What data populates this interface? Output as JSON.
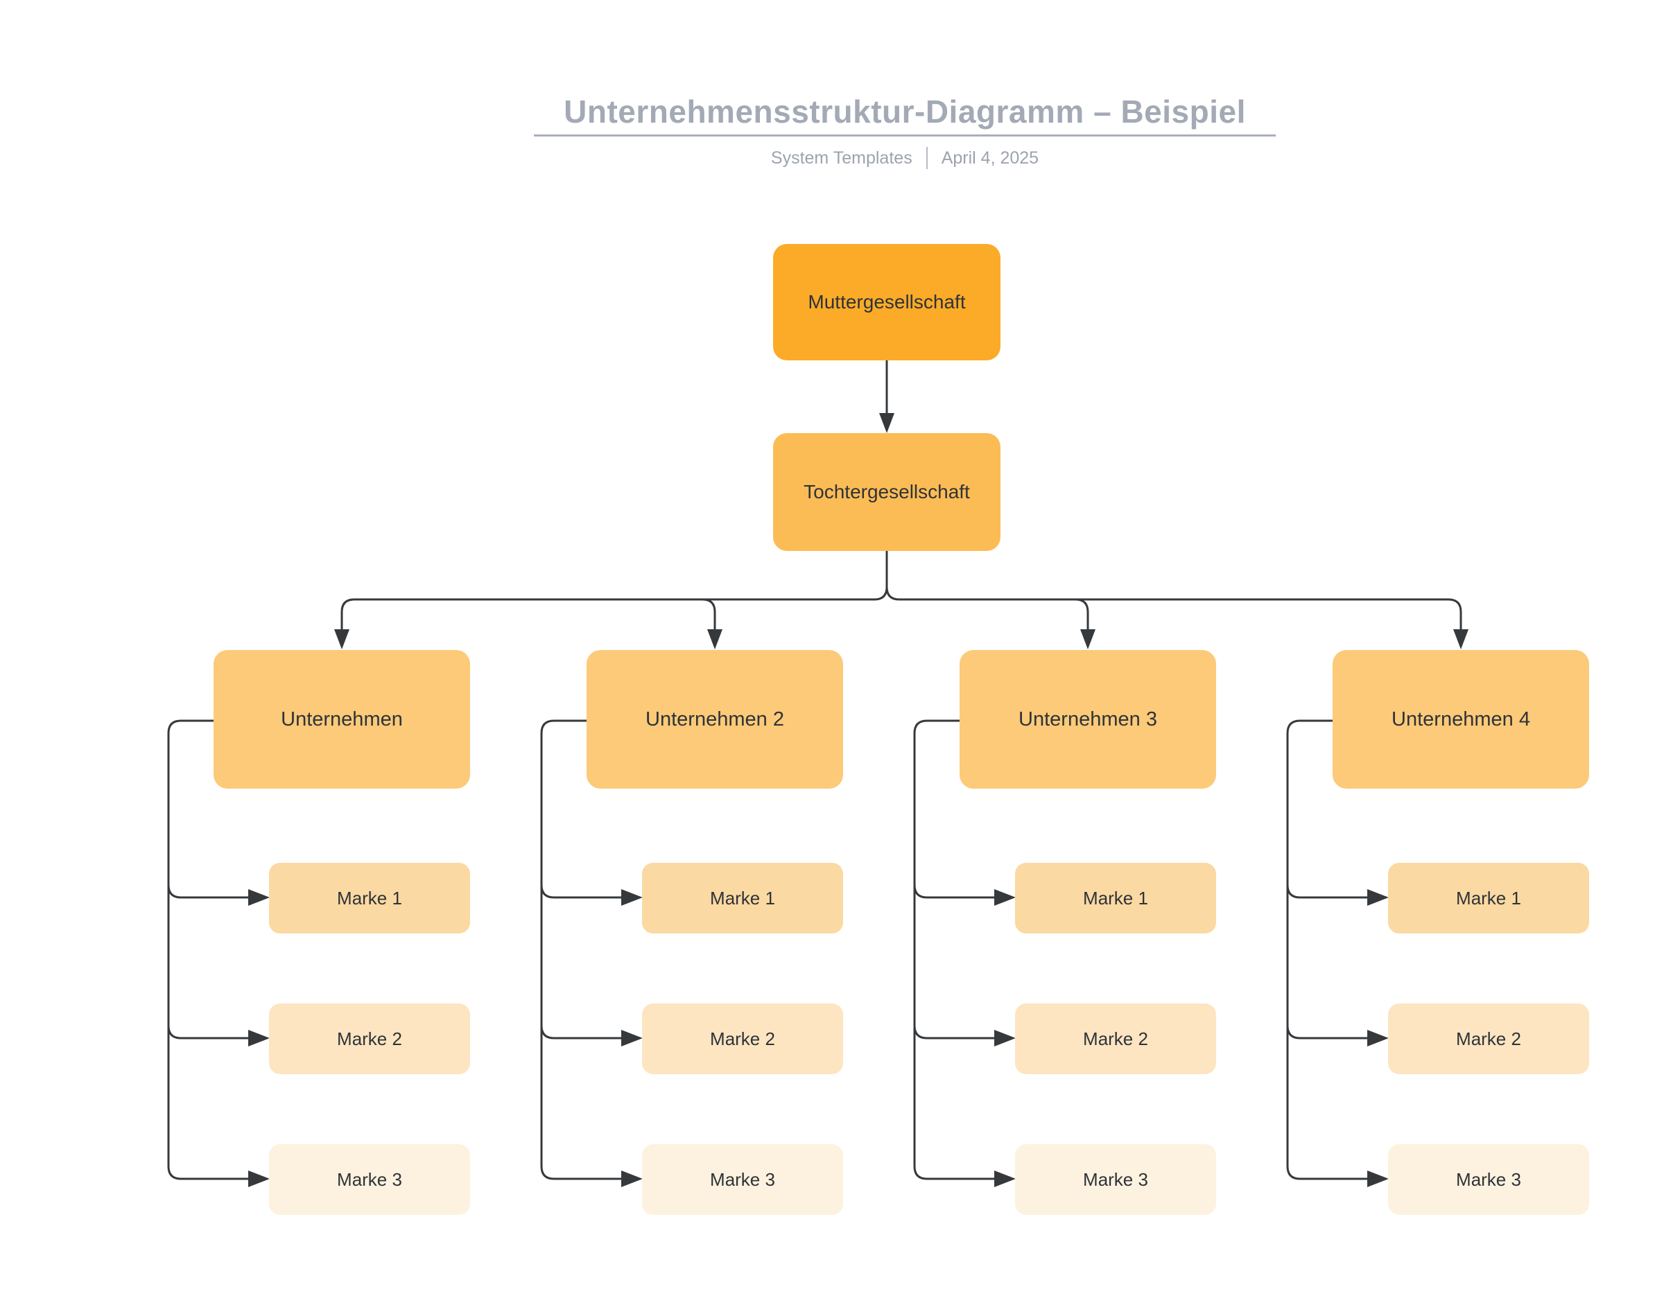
{
  "header": {
    "title": "Unternehmensstruktur-Diagramm – Beispiel",
    "subtitle_left": "System Templates",
    "subtitle_separator": "|",
    "subtitle_right": "April 4, 2025"
  },
  "diagram": {
    "root": {
      "label": "Muttergesellschaft"
    },
    "subsidiary": {
      "label": "Tochtergesellschaft"
    },
    "columns": [
      {
        "label": "Unternehmen",
        "brands": [
          "Marke 1",
          "Marke 2",
          "Marke 3"
        ]
      },
      {
        "label": "Unternehmen 2",
        "brands": [
          "Marke 1",
          "Marke 2",
          "Marke 3"
        ]
      },
      {
        "label": "Unternehmen 3",
        "brands": [
          "Marke 1",
          "Marke 2",
          "Marke 3"
        ]
      },
      {
        "label": "Unternehmen 4",
        "brands": [
          "Marke 1",
          "Marke 2",
          "Marke 3"
        ]
      }
    ]
  },
  "colors": {
    "root_fill": "#FBAB28",
    "subsidiary_fill": "#FCBC55",
    "company_fill": "#FCCA78",
    "brand1_fill": "#FBD9A2",
    "brand2_fill": "#FDE5C2",
    "brand3_fill": "#FDF2DF",
    "connector": "#36393C",
    "title_text": "#A3AAB5",
    "subtitle_text": "#9CA3AF",
    "node_text": "#2F3338"
  }
}
